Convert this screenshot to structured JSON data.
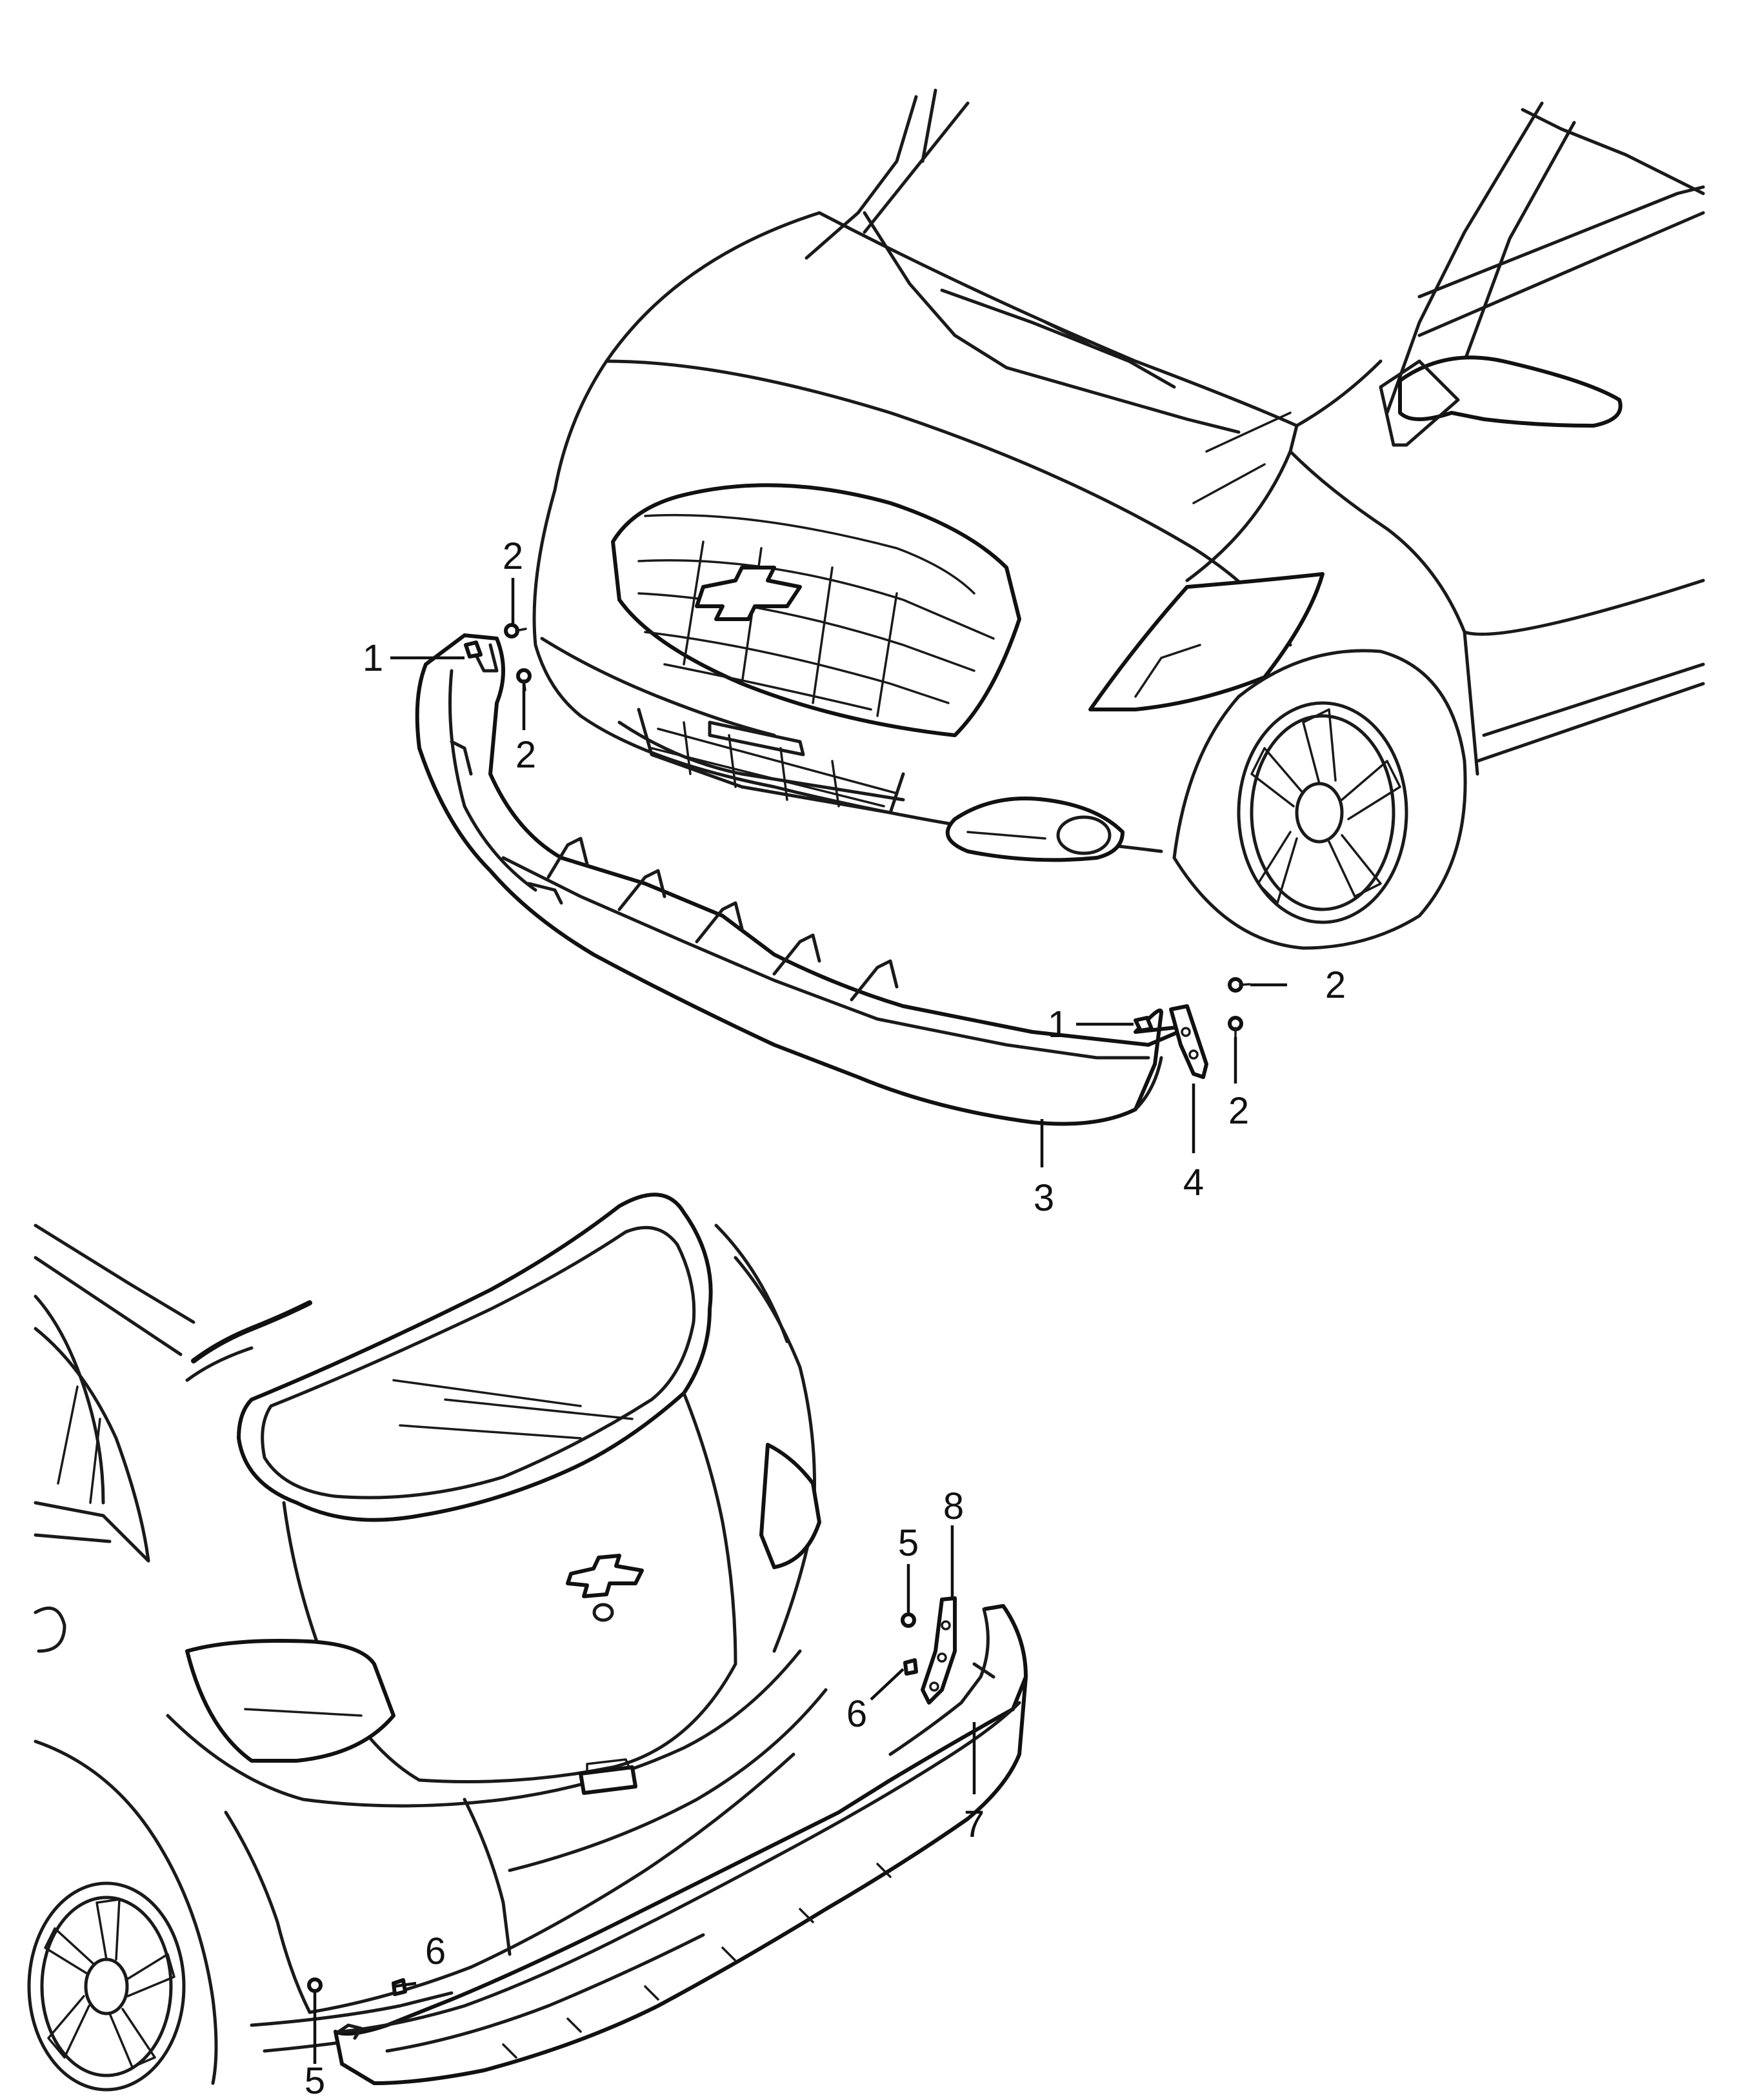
{
  "callouts": [
    {
      "id": "c1a",
      "text": "1"
    },
    {
      "id": "c2a",
      "text": "2"
    },
    {
      "id": "c2b",
      "text": "2"
    },
    {
      "id": "c2c",
      "text": "2"
    },
    {
      "id": "c2d",
      "text": "2"
    },
    {
      "id": "c1b",
      "text": "1"
    },
    {
      "id": "c3",
      "text": "3"
    },
    {
      "id": "c4",
      "text": "4"
    },
    {
      "id": "c8",
      "text": "8"
    },
    {
      "id": "c5a",
      "text": "5"
    },
    {
      "id": "c6a",
      "text": "6"
    },
    {
      "id": "c7",
      "text": "7"
    },
    {
      "id": "c6b",
      "text": "6"
    },
    {
      "id": "c5b",
      "text": "5"
    }
  ],
  "colors": {
    "line": "#1a1a1a",
    "background": "#ffffff"
  },
  "icons": {
    "front_emblem": "chevrolet-bowtie-icon",
    "rear_emblem": "chevrolet-bowtie-icon"
  }
}
